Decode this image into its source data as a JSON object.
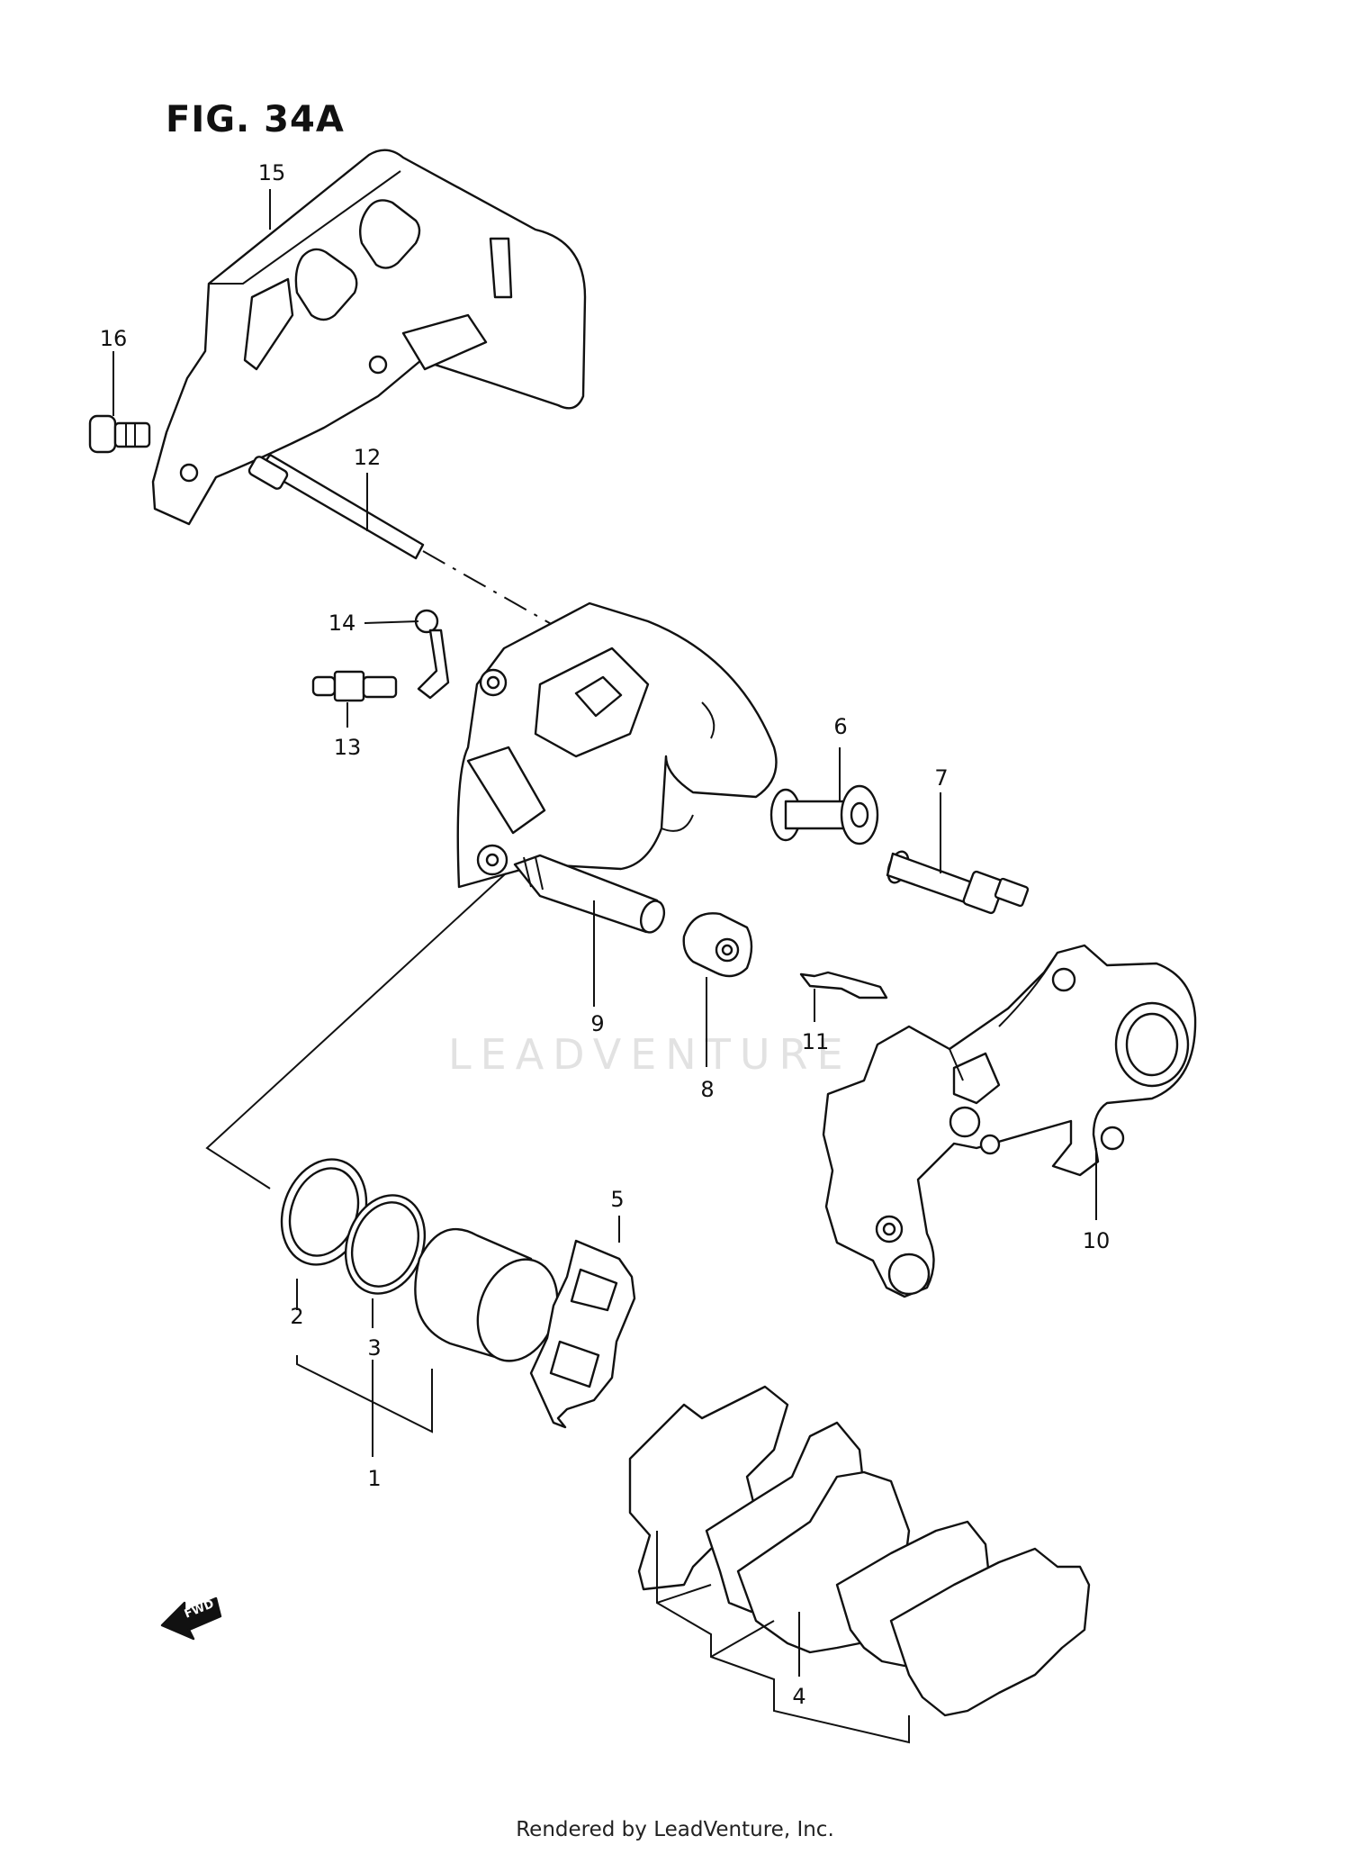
{
  "figure": {
    "title": "FIG. 34A",
    "watermark": "LEADVENTURE",
    "footer": "Rendered by LeadVenture, Inc.",
    "fwd_label": "FWD"
  },
  "callouts": [
    {
      "id": "1",
      "label": "1"
    },
    {
      "id": "2",
      "label": "2"
    },
    {
      "id": "3",
      "label": "3"
    },
    {
      "id": "4",
      "label": "4"
    },
    {
      "id": "5",
      "label": "5"
    },
    {
      "id": "6",
      "label": "6"
    },
    {
      "id": "7",
      "label": "7"
    },
    {
      "id": "8",
      "label": "8"
    },
    {
      "id": "9",
      "label": "9"
    },
    {
      "id": "10",
      "label": "10"
    },
    {
      "id": "11",
      "label": "11"
    },
    {
      "id": "12",
      "label": "12"
    },
    {
      "id": "13",
      "label": "13"
    },
    {
      "id": "14",
      "label": "14"
    },
    {
      "id": "15",
      "label": "15"
    },
    {
      "id": "16",
      "label": "16"
    }
  ]
}
